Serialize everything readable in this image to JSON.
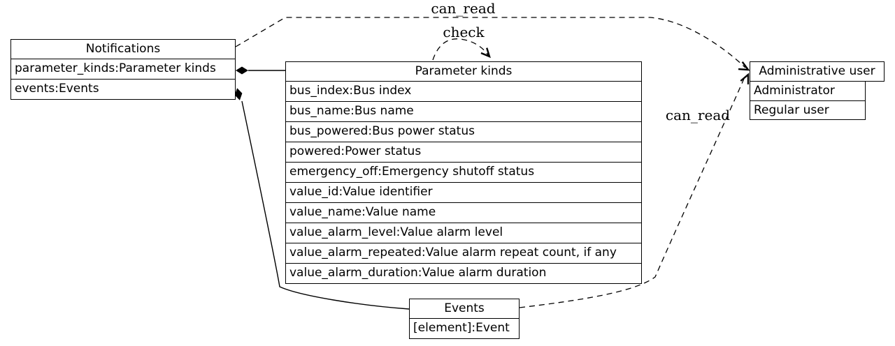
{
  "diagram": {
    "background_color": "#ffffff",
    "line_color": "#000000",
    "nodes": {
      "notifications": {
        "title": "Notifications",
        "rows": [
          "parameter_kinds:Parameter kinds",
          "events:Events"
        ]
      },
      "parameter_kinds": {
        "title": "Parameter kinds",
        "rows": [
          "bus_index:Bus index",
          "bus_name:Bus name",
          "bus_powered:Bus power status",
          "powered:Power status",
          "emergency_off:Emergency shutoff status",
          "value_id:Value identifier",
          "value_name:Value name",
          "value_alarm_level:Value alarm level",
          "value_alarm_repeated:Value alarm repeat count, if any",
          "value_alarm_duration:Value alarm duration"
        ]
      },
      "admin_user": {
        "title": "Administrative user",
        "rows": [
          "Administrator",
          "Regular user"
        ]
      },
      "events": {
        "title": "Events",
        "rows": [
          "[element]:Event"
        ]
      }
    },
    "edge_labels": {
      "can_read_top": "can_read",
      "check": "check",
      "can_read_right": "can_read"
    }
  }
}
